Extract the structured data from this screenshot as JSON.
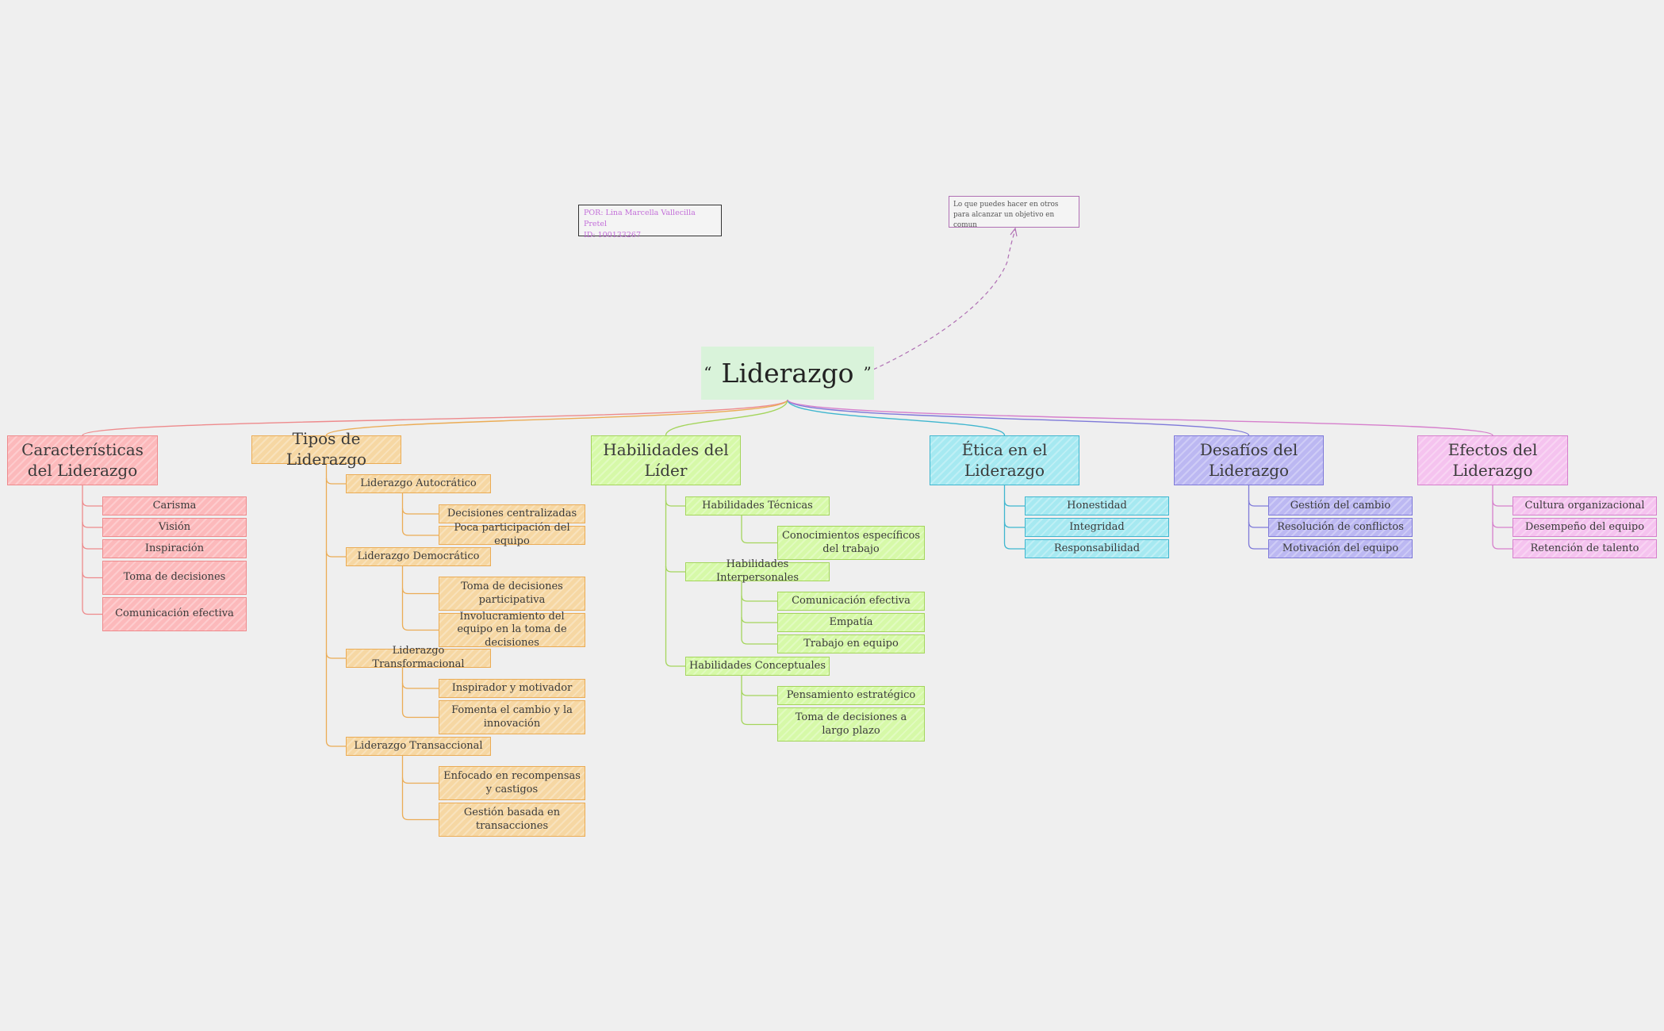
{
  "central_topic": {
    "open_quote": "“",
    "title": "Liderazgo",
    "close_quote": "”"
  },
  "author_note": {
    "line1": "POR: Lina Marcella Vallecilla Pretel",
    "line2": "ID: 100133267"
  },
  "definition_note": {
    "text": "Lo que puedes hacer en otros para alcanzar un objetivo en comun"
  },
  "colors": {
    "red": "#ee8a8c",
    "orange": "#ebac55",
    "green": "#a4d55c",
    "cyan": "#3fb6cf",
    "purple": "#7e79d9",
    "pink": "#d67fcc",
    "definition_link": "#b070b4",
    "central_bg": "#d9f3da",
    "canvas_bg": "#efefef"
  },
  "branches": [
    {
      "title": "Características del Liderazgo",
      "color": "red",
      "items": [
        {
          "label": "Carisma"
        },
        {
          "label": "Visión"
        },
        {
          "label": "Inspiración"
        },
        {
          "label": "Toma de decisiones"
        },
        {
          "label": "Comunicación efectiva"
        }
      ]
    },
    {
      "title": "Tipos de Liderazgo",
      "color": "orange",
      "items": [
        {
          "label": "Liderazgo Autocrático",
          "children": [
            "Decisiones centralizadas",
            "Poca participación del equipo"
          ]
        },
        {
          "label": "Liderazgo Democrático",
          "children": [
            "Toma de decisiones participativa",
            "Involucramiento del equipo en la toma de decisiones"
          ]
        },
        {
          "label": "Liderazgo Transformacional",
          "children": [
            "Inspirador y motivador",
            "Fomenta el cambio y la innovación"
          ]
        },
        {
          "label": "Liderazgo Transaccional",
          "children": [
            "Enfocado en recompensas y castigos",
            "Gestión basada en transacciones"
          ]
        }
      ]
    },
    {
      "title": "Habilidades del Líder",
      "color": "green",
      "items": [
        {
          "label": "Habilidades Técnicas",
          "children": [
            "Conocimientos específicos del trabajo"
          ]
        },
        {
          "label": "Habilidades Interpersonales",
          "children": [
            "Comunicación efectiva",
            "Empatía",
            "Trabajo en equipo"
          ]
        },
        {
          "label": "Habilidades Conceptuales",
          "children": [
            "Pensamiento estratégico",
            "Toma de decisiones a largo plazo"
          ]
        }
      ]
    },
    {
      "title": "Ética en el Liderazgo",
      "color": "cyan",
      "items": [
        {
          "label": "Honestidad"
        },
        {
          "label": "Integridad"
        },
        {
          "label": "Responsabilidad"
        }
      ]
    },
    {
      "title": "Desafíos del Liderazgo",
      "color": "purple",
      "items": [
        {
          "label": "Gestión del cambio"
        },
        {
          "label": "Resolución de conflictos"
        },
        {
          "label": "Motivación del equipo"
        }
      ]
    },
    {
      "title": "Efectos del Liderazgo",
      "color": "pink",
      "items": [
        {
          "label": "Cultura organizacional"
        },
        {
          "label": "Desempeño del equipo"
        },
        {
          "label": "Retención de talento"
        }
      ]
    }
  ]
}
